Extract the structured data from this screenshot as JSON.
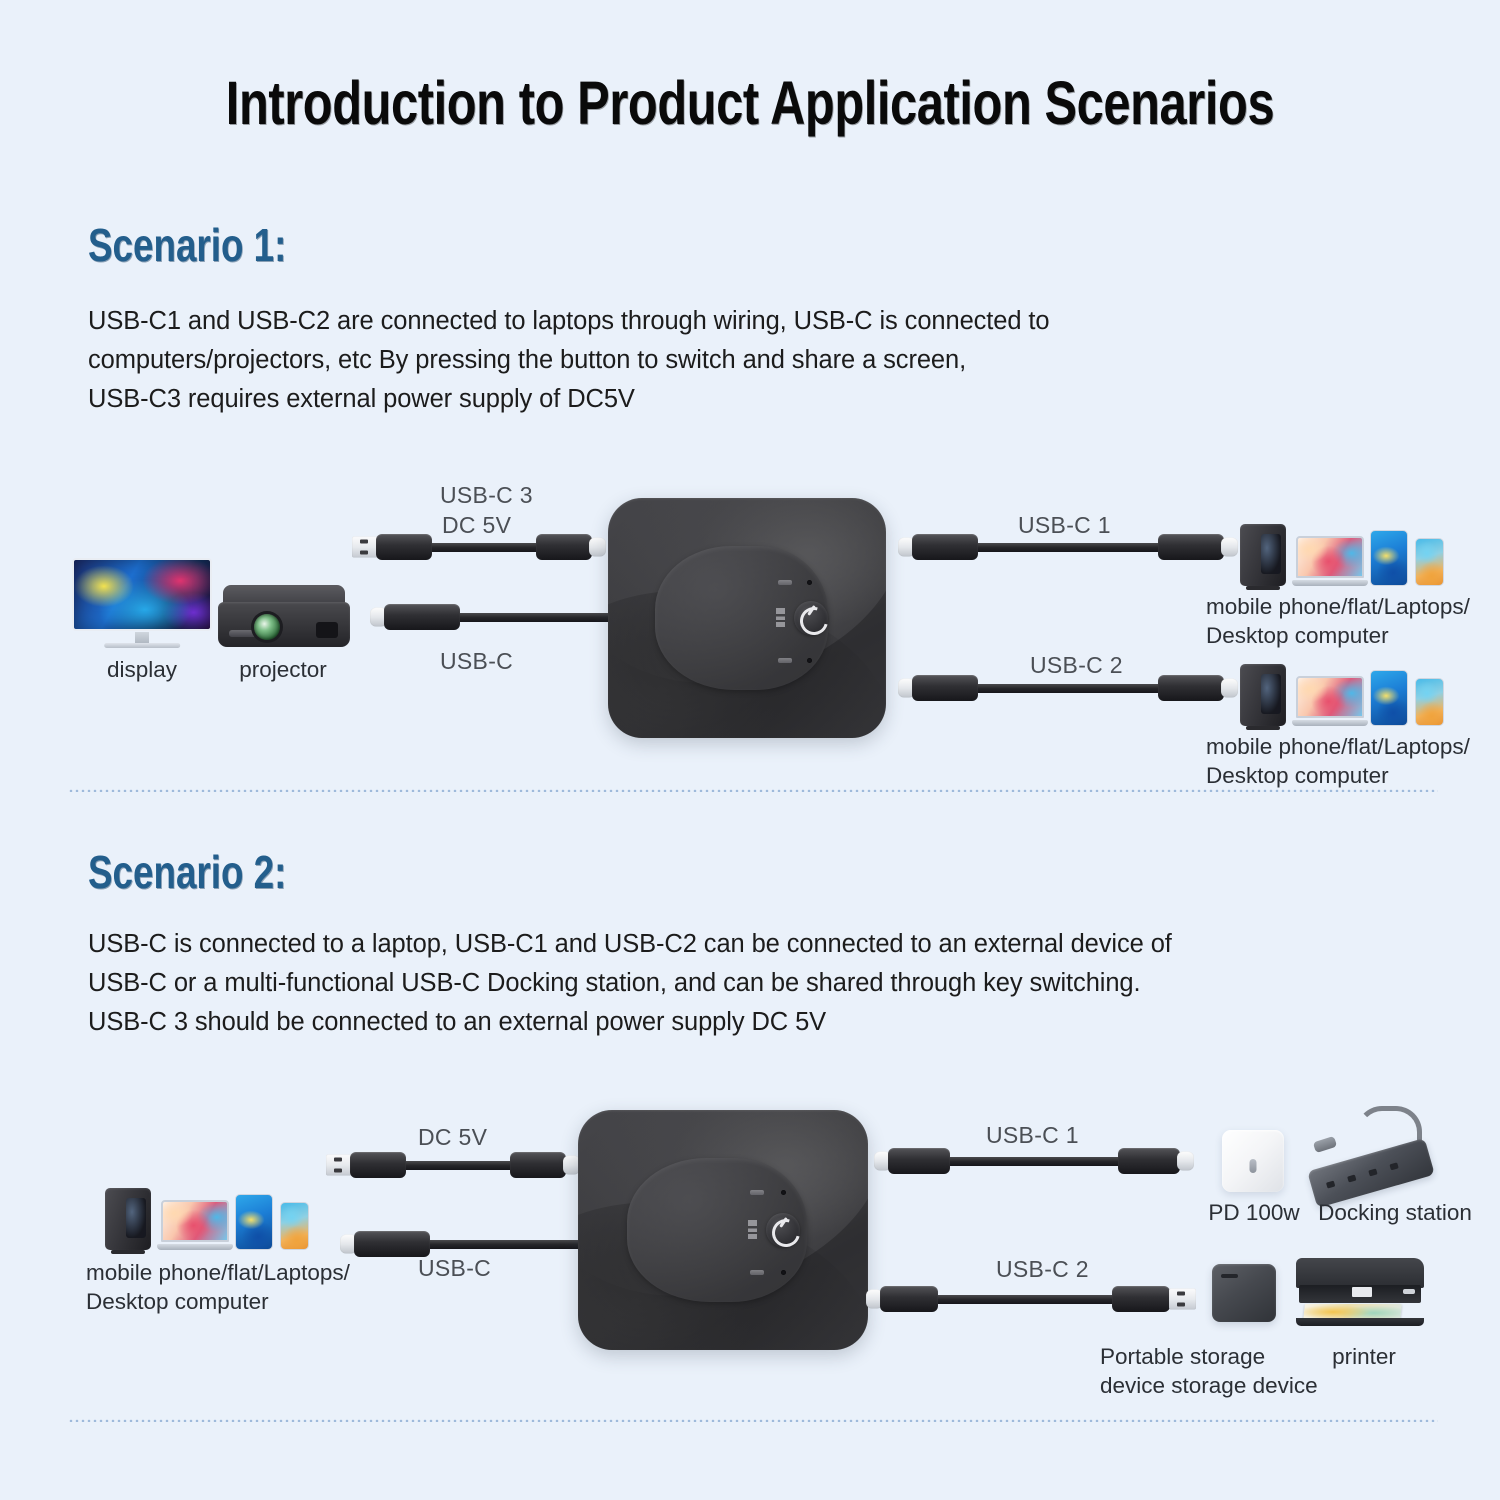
{
  "page": {
    "title": "Introduction to Product Application Scenarios",
    "background_color": "#eaf1fa",
    "heading_color": "#235e8c",
    "divider_color": "#9fbadb"
  },
  "scenario1": {
    "heading": "Scenario 1:",
    "body": "USB-C1 and USB-C2 are connected to laptops through wiring, USB-C is connected to\ncomputers/projectors, etc   By pressing the button to switch and share a screen,\nUSB-C3 requires external power supply of DC5V",
    "labels": {
      "usb_c3_line1": "USB-C 3",
      "usb_c3_line2": "DC 5V",
      "usb_c": "USB-C",
      "usb_c1": "USB-C 1",
      "usb_c2": "USB-C 2"
    },
    "captions": {
      "display": "display",
      "projector": "projector",
      "devices_top": "mobile phone/flat/Laptops/\nDesktop computer",
      "devices_bottom": "mobile phone/flat/Laptops/\nDesktop computer"
    }
  },
  "scenario2": {
    "heading": "Scenario 2:",
    "body": "USB-C is connected to a laptop, USB-C1 and USB-C2 can be connected to an external device of\nUSB-C or a multi-functional USB-C Docking station, and can be shared through key switching.\nUSB-C 3 should be connected to an external power supply DC 5V",
    "labels": {
      "dc5v": "DC 5V",
      "usb_c": "USB-C",
      "usb_c1": "USB-C 1",
      "usb_c2": "USB-C 2"
    },
    "captions": {
      "devices_left": "mobile phone/flat/Laptops/\nDesktop computer",
      "pd_charger": "PD 100w",
      "docking_station": "Docking station",
      "storage": "Portable storage\ndevice storage device",
      "printer": "printer"
    }
  },
  "icons": {
    "switch_box": "usb-switch-box-icon",
    "monitor": "display-monitor-icon",
    "projector": "projector-icon",
    "pc_tower": "desktop-tower-icon",
    "laptop": "laptop-icon",
    "tablet": "tablet-icon",
    "phone": "mobile-phone-icon",
    "charger": "pd-charger-icon",
    "dock": "docking-station-icon",
    "hdd": "portable-storage-icon",
    "printer": "printer-icon",
    "usb_c_connector": "usb-c-connector-icon",
    "usb_a_connector": "usb-a-connector-icon",
    "switch_button": "switch-button-icon"
  }
}
